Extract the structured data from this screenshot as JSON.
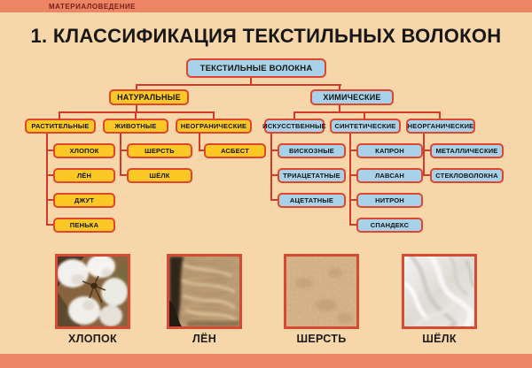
{
  "header": {
    "subject_label": "МАТЕРИАЛОВЕДЕНИЕ"
  },
  "title": "1. КЛАССИФИКАЦИЯ ТЕКСТИЛЬНЫХ ВОЛОКОН",
  "tree": {
    "root": "ТЕКСТИЛЬНЫЕ ВОЛОКНА",
    "natural": {
      "label": "НАТУРАЛЬНЫЕ",
      "groups": [
        {
          "label": "РАСТИТЕЛЬНЫЕ",
          "items": [
            "ХЛОПОК",
            "ЛЁН",
            "ДЖУТ",
            "ПЕНЬКА"
          ]
        },
        {
          "label": "ЖИВОТНЫЕ",
          "items": [
            "ШЕРСТЬ",
            "ШЁЛК"
          ]
        },
        {
          "label": "НЕОГРАНИЧЕСКИЕ",
          "items": [
            "АСБЕСТ"
          ]
        }
      ]
    },
    "chemical": {
      "label": "ХИМИЧЕСКИЕ",
      "groups": [
        {
          "label": "ИСКУССТВЕННЫЕ",
          "items": [
            "ВИСКОЗНЫЕ",
            "ТРИАЦЕТАТНЫЕ",
            "АЦЕТАТНЫЕ"
          ]
        },
        {
          "label": "СИНТЕТИЧЕСКИЕ",
          "items": [
            "КАПРОН",
            "ЛАВСАН",
            "НИТРОН",
            "СПАНДЕКС"
          ]
        },
        {
          "label": "НЕОРГАНИЧЕСКИЕ",
          "items": [
            "МЕТАЛЛИЧЕСКИЕ",
            "СТЕКЛОВОЛОКНА"
          ]
        }
      ]
    }
  },
  "photos": [
    {
      "label": "ХЛОПОК",
      "icon": "cotton-photo"
    },
    {
      "label": "ЛЁН",
      "icon": "flax-photo"
    },
    {
      "label": "ШЕРСТЬ",
      "icon": "wool-photo"
    },
    {
      "label": "ШЁЛК",
      "icon": "silk-photo"
    }
  ],
  "colors": {
    "band": "#ed8463",
    "background": "#f7d6a9",
    "natural_fill": "#fcc826",
    "chemical_fill": "#a7d2ea",
    "box_border": "#e0452e",
    "line": "#d23b2a",
    "header_text": "#77211b"
  }
}
